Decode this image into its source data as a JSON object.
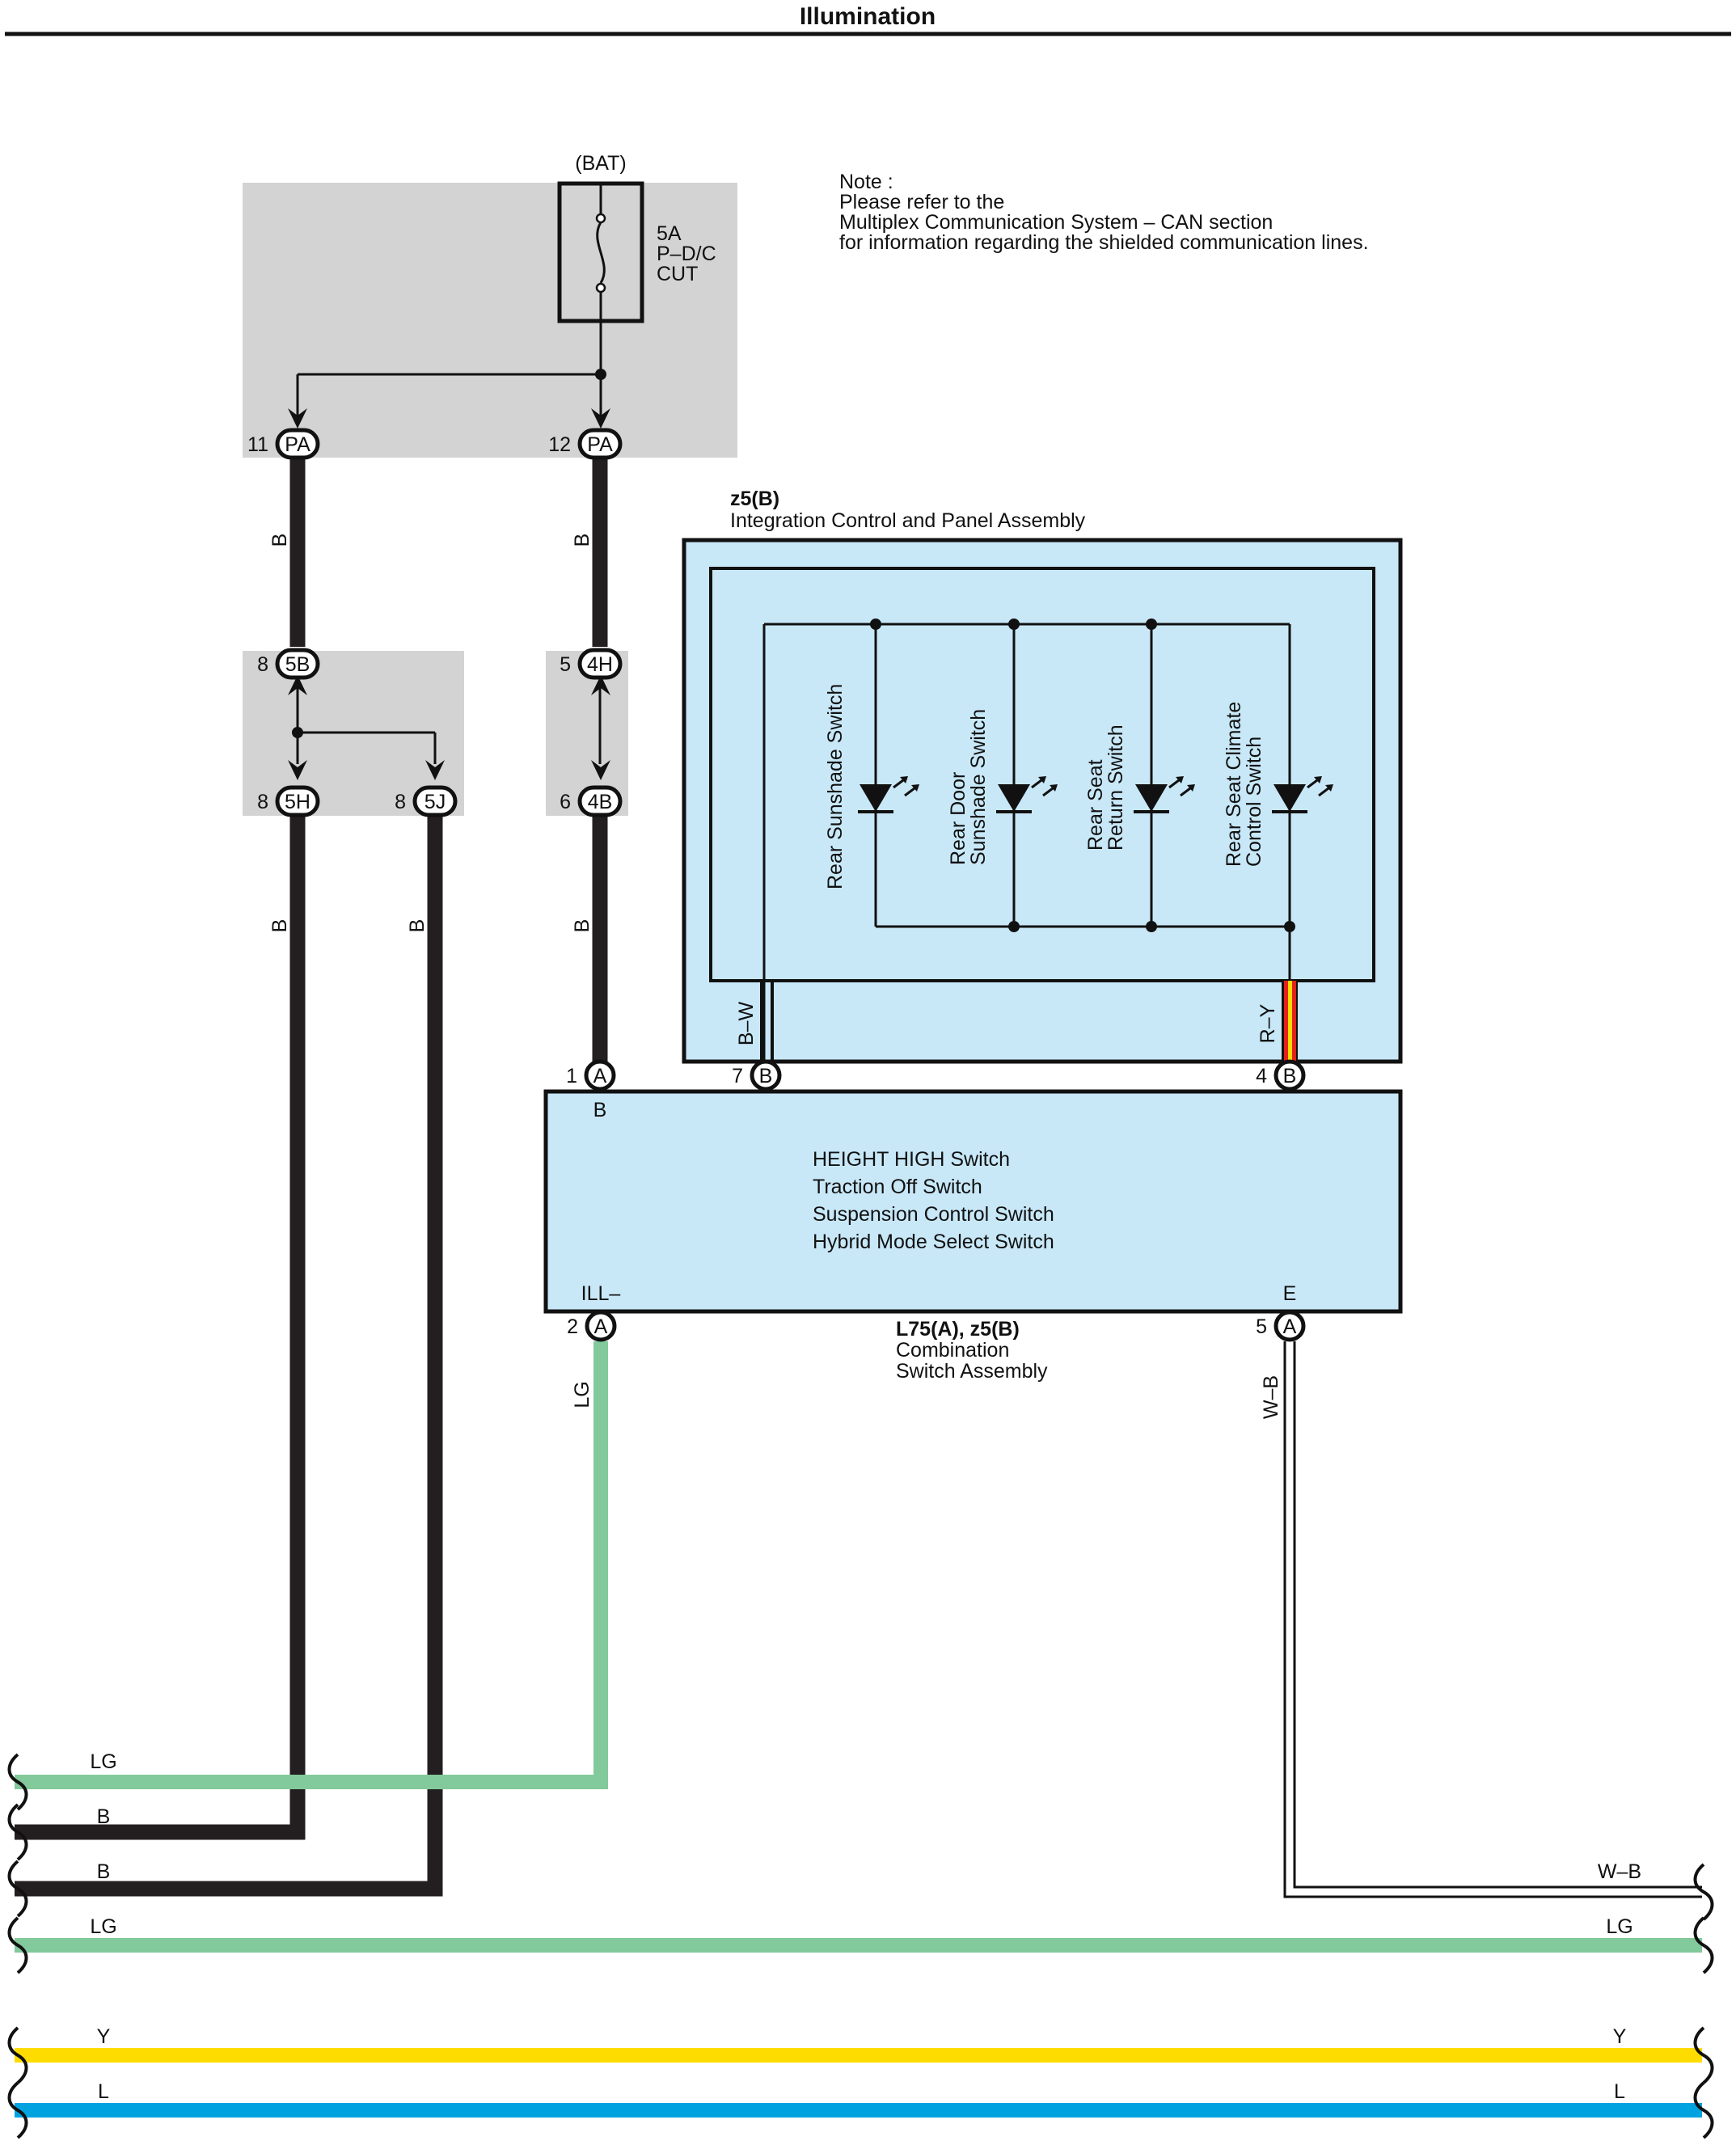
{
  "title": "Illumination",
  "note": {
    "heading": "Note :",
    "line1": "Please refer to the",
    "line2": "Multiplex Communication System – CAN section",
    "line3": "for information regarding the shielded communication lines."
  },
  "power": {
    "source": "(BAT)",
    "fuse_rating": "5A",
    "fuse_name_1": "P–D/C",
    "fuse_name_2": "CUT"
  },
  "connectors": {
    "pa_left": {
      "pin": "11",
      "id": "PA"
    },
    "pa_right": {
      "pin": "12",
      "id": "PA"
    },
    "c5b": {
      "pin": "8",
      "id": "5B"
    },
    "c4h": {
      "pin": "5",
      "id": "4H"
    },
    "c5h": {
      "pin": "8",
      "id": "5H"
    },
    "c5j": {
      "pin": "8",
      "id": "5J"
    },
    "c4b": {
      "pin": "6",
      "id": "4B"
    },
    "a1": {
      "pin": "1",
      "id": "A"
    },
    "b7": {
      "pin": "7",
      "id": "B"
    },
    "b4": {
      "pin": "4",
      "id": "B"
    },
    "a2": {
      "pin": "2",
      "id": "A"
    },
    "a5": {
      "pin": "5",
      "id": "A"
    }
  },
  "wire_labels": {
    "pa_left": "B",
    "pa_right": "B",
    "w5h": "B",
    "w5j": "B",
    "w4b": "B",
    "bw": "B–W",
    "ry": "R–Y",
    "lg_down": "LG",
    "wb_down": "W–B"
  },
  "integration_panel": {
    "code": "z5(B)",
    "name": "Integration Control and Panel Assembly",
    "switches": [
      {
        "lines": [
          "Rear Sunshade Switch"
        ]
      },
      {
        "lines": [
          "Rear Door",
          "Sunshade Switch"
        ]
      },
      {
        "lines": [
          "Rear Seat",
          "Return Switch"
        ]
      },
      {
        "lines": [
          "Rear Seat Climate",
          "Control Switch"
        ]
      }
    ]
  },
  "combination_switch": {
    "pin_top_label": "B",
    "switches": [
      "HEIGHT HIGH Switch",
      "Traction Off Switch",
      "Suspension Control Switch",
      "Hybrid Mode Select Switch"
    ],
    "terminal_ill": "ILL–",
    "terminal_e": "E",
    "code": "L75(A), z5(B)",
    "name_1": "Combination",
    "name_2": "Switch Assembly"
  },
  "bus_labels": {
    "lg1_left": "LG",
    "b1_left": "B",
    "b2_left": "B",
    "lg2_left": "LG",
    "lg2_right": "LG",
    "wb_right": "W–B",
    "y_left": "Y",
    "y_right": "Y",
    "l_left": "L",
    "l_right": "L"
  },
  "colors": {
    "B": "#231f20",
    "LG": "#82c99b",
    "Y": "#ffdc00",
    "L": "#00a3e0",
    "R": "#e2231a",
    "box_gray": "#d3d3d4",
    "box_blue": "#c8e8f8"
  }
}
